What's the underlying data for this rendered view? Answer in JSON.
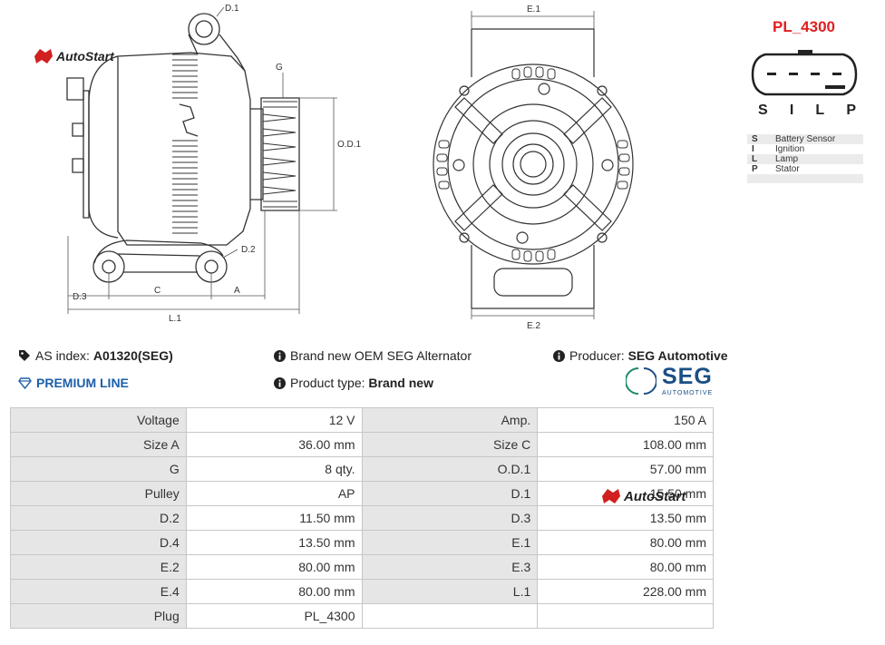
{
  "brand_logo": {
    "text": "AutoStart",
    "color": "#d0201f"
  },
  "drawing_side": {
    "labels": {
      "d1": "D.1",
      "d2": "D.2",
      "d3": "D.3",
      "g": "G",
      "od1": "O.D.1",
      "c": "C",
      "a": "A",
      "l1": "L.1"
    }
  },
  "drawing_front": {
    "labels": {
      "e1": "E.1",
      "e2": "E.2"
    }
  },
  "plug": {
    "title": "PL_4300",
    "title_color": "#e02020",
    "pins": [
      "S",
      "I",
      "L",
      "P"
    ],
    "legend": [
      {
        "code": "S",
        "desc": "Battery Sensor"
      },
      {
        "code": "I",
        "desc": "Ignition"
      },
      {
        "code": "L",
        "desc": "Lamp"
      },
      {
        "code": "P",
        "desc": "Stator"
      },
      {
        "code": "",
        "desc": ""
      }
    ]
  },
  "info": {
    "as_index_label": "AS index:",
    "as_index_value": "A01320(SEG)",
    "premium_line": "PREMIUM LINE",
    "brand_new_text": "Brand new OEM SEG Alternator",
    "product_type_label": "Product type:",
    "product_type_value": "Brand new",
    "producer_label": "Producer:",
    "producer_value": "SEG Automotive"
  },
  "seg_logo": {
    "name": "SEG",
    "sub": "AUTOMOTIVE",
    "color": "#1a4f86"
  },
  "specs": {
    "rows": [
      {
        "l1": "Voltage",
        "v1": "12 V",
        "l2": "Amp.",
        "v2": "150 A"
      },
      {
        "l1": "Size A",
        "v1": "36.00 mm",
        "l2": "Size C",
        "v2": "108.00 mm"
      },
      {
        "l1": "G",
        "v1": "8 qty.",
        "l2": "O.D.1",
        "v2": "57.00 mm"
      },
      {
        "l1": "Pulley",
        "v1": "AP",
        "l2": "D.1",
        "v2": "15.50 mm"
      },
      {
        "l1": "D.2",
        "v1": "11.50 mm",
        "l2": "D.3",
        "v2": "13.50 mm"
      },
      {
        "l1": "D.4",
        "v1": "13.50 mm",
        "l2": "E.1",
        "v2": "80.00 mm"
      },
      {
        "l1": "E.2",
        "v1": "80.00 mm",
        "l2": "E.3",
        "v2": "80.00 mm"
      },
      {
        "l1": "E.4",
        "v1": "80.00 mm",
        "l2": "L.1",
        "v2": "228.00 mm"
      },
      {
        "l1": "Plug",
        "v1": "PL_4300",
        "l2": "",
        "v2": ""
      }
    ]
  }
}
